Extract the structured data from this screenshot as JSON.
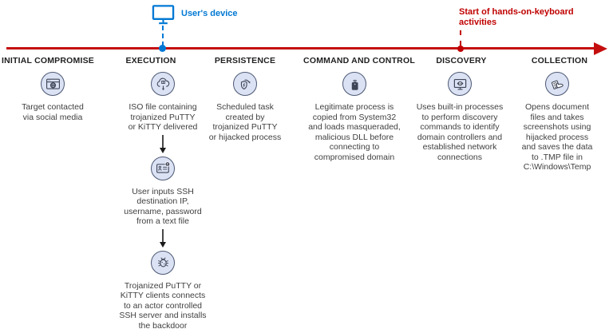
{
  "colors": {
    "timeline_red": "#c40e0e",
    "annotation_red": "#c00000",
    "device_blue": "#0078d4",
    "circle_fill": "#dbe2f4",
    "circle_border": "#4b5873",
    "icon_stroke": "#3f4657",
    "body_text": "#3f3f3f",
    "stage_label": "#1f1f1f"
  },
  "annotations": {
    "user_device": {
      "label": "User's device",
      "icon": "monitor-icon"
    },
    "hands_on_keyboard": {
      "label": "Start of hands-on-keyboard\nactivities"
    }
  },
  "stages": [
    {
      "label": "INITIAL COMPROMISE",
      "steps": [
        {
          "icon": "browser-globe-icon",
          "text": "Target contacted\nvia social media"
        }
      ]
    },
    {
      "label": "EXECUTION",
      "steps": [
        {
          "icon": "cloud-download-icon",
          "text": "ISO file containing\ntrojanized PuTTY\nor KiTTY delivered"
        },
        {
          "icon": "id-card-alert-icon",
          "text": "User inputs SSH\ndestination IP,\nusername, password\nfrom a text file"
        },
        {
          "icon": "bug-icon",
          "text": "Trojanized PuTTY or\nKiTTY clients connects\nto an actor controlled\nSSH server and installs\nthe backdoor"
        }
      ]
    },
    {
      "label": "PERSISTENCE",
      "steps": [
        {
          "icon": "shield-refresh-icon",
          "text": "Scheduled task\ncreated by\ntrojanized PuTTY\nor hijacked process"
        }
      ]
    },
    {
      "label": "COMMAND AND CONTROL",
      "steps": [
        {
          "icon": "device-wifi-icon",
          "text": "Legitimate process is\ncopied from System32\nand loads masqueraded,\nmalicious DLL before\nconnecting to\ncompromised domain"
        }
      ]
    },
    {
      "label": "DISCOVERY",
      "steps": [
        {
          "icon": "monitor-eye-icon",
          "text": "Uses built-in processes\nto perform discovery\ncommands to identify\ndomain controllers and\nestablished network\nconnections"
        }
      ]
    },
    {
      "label": "COLLECTION",
      "steps": [
        {
          "icon": "hand-documents-icon",
          "text": "Opens document\nfiles and takes\nscreenshots using\nhijacked process\nand saves the data\nto .TMP file in\nC:\\Windows\\Temp"
        }
      ]
    }
  ]
}
